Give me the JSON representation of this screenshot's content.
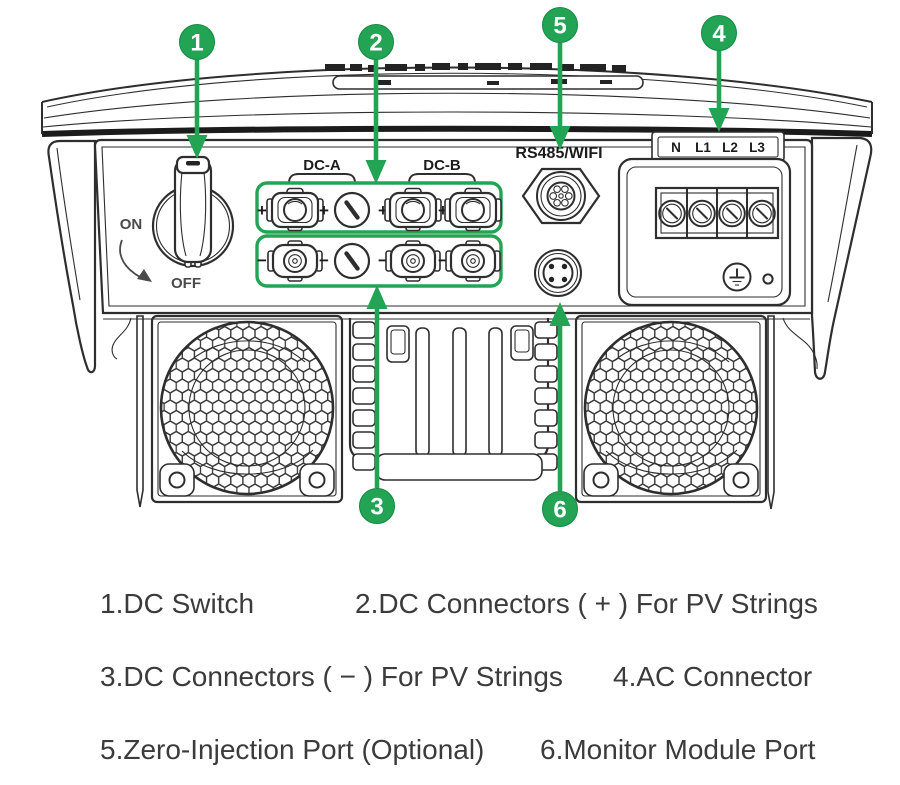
{
  "diagram": {
    "switch": {
      "on": "ON",
      "off": "OFF"
    },
    "dc": {
      "group_a": "DC-A",
      "group_b": "DC-B",
      "plus": "+",
      "minus": "−"
    },
    "comm": {
      "rs485_label": "RS485/WIFI"
    },
    "ac": {
      "terminals": [
        "N",
        "L1",
        "L2",
        "L3"
      ]
    },
    "markers": [
      "1",
      "2",
      "3",
      "4",
      "5",
      "6"
    ]
  },
  "legend": {
    "items": [
      "1.DC Switch",
      "2.DC Connectors ( + ) For PV Strings",
      "3.DC Connectors ( − ) For PV Strings",
      "4.AC Connector",
      "5.Zero-Injection Port (Optional)",
      "6.Monitor Module Port"
    ]
  },
  "colors": {
    "accent_green": "#23a455",
    "line": "#2e2e2e",
    "text": "#3b3b3b"
  }
}
